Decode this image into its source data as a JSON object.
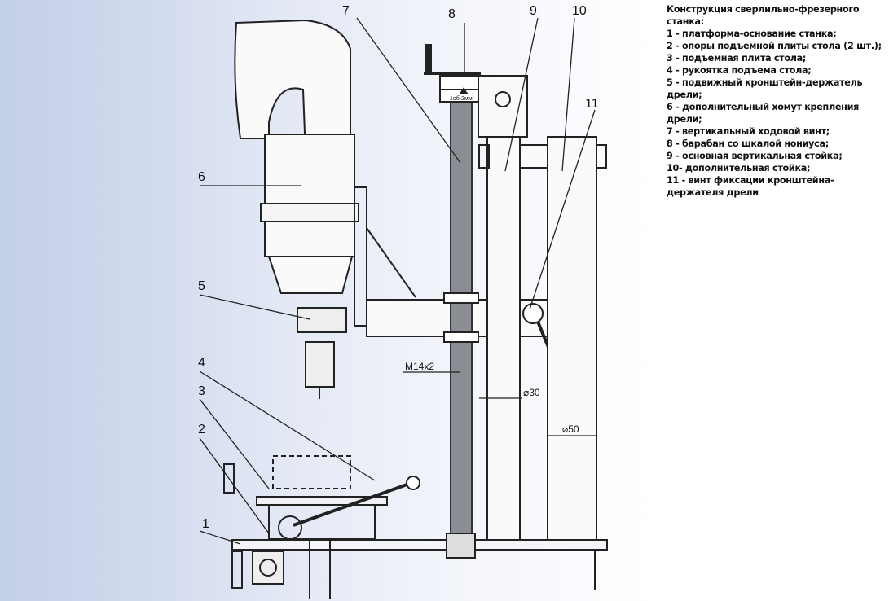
{
  "legend": {
    "title": "Конструкция сверлильно-фрезерного станка:",
    "items": [
      "1 - платформа-основание станка;",
      "2 - опоры подъемной плиты стола (2 шт.);",
      "3 - подъемная плита стола;",
      "4 - рукоятка подъема стола;",
      "5 - подвижный кронштейн-держатель дрели;",
      "6 - дополнительный хомут крепления дрели;",
      "7 - вертикальный ходовой винт;",
      "8 - барабан со шкалой нониуса;",
      "9 - основная вертикальная стойка;",
      "10- дополнительная стойка;",
      "11 - винт фиксации кронштейна-держателя дрели"
    ]
  },
  "callouts": [
    "1",
    "2",
    "3",
    "4",
    "5",
    "6",
    "7",
    "8",
    "9",
    "10",
    "11"
  ],
  "dimensions": {
    "screw": "M14x2",
    "post_main": "⌀30",
    "post_extra": "⌀50",
    "scale": "1об-2мм"
  }
}
